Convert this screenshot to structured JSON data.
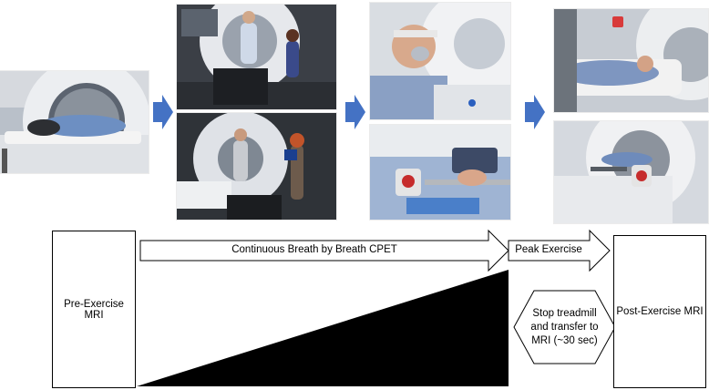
{
  "figure": {
    "pre_exercise_box": "Pre-Exercise MRI",
    "post_exercise_box": "Post-Exercise MRI",
    "cpet_arrow": "Continuous Breath by Breath CPET",
    "peak_arrow": "Peak Exercise",
    "transfer_note": [
      "Stop treadmill",
      "and transfer to",
      "MRI (~30 sec)"
    ]
  },
  "photos": [
    {
      "id": "patient-in-mri-scanner"
    },
    {
      "id": "treadmill-exercise-with-clinician"
    },
    {
      "id": "treadmill-exercise-beside-scanner"
    },
    {
      "id": "patient-wearing-breathing-mask"
    },
    {
      "id": "hand-on-treadmill-rail-with-ecg-box"
    },
    {
      "id": "patient-lying-in-scanner-with-mask"
    },
    {
      "id": "patient-in-scanner-bore-side-view"
    }
  ],
  "colors": {
    "flow_arrow": "#4472C4",
    "wedge": "#000000",
    "scanner": "#e9eaec"
  }
}
